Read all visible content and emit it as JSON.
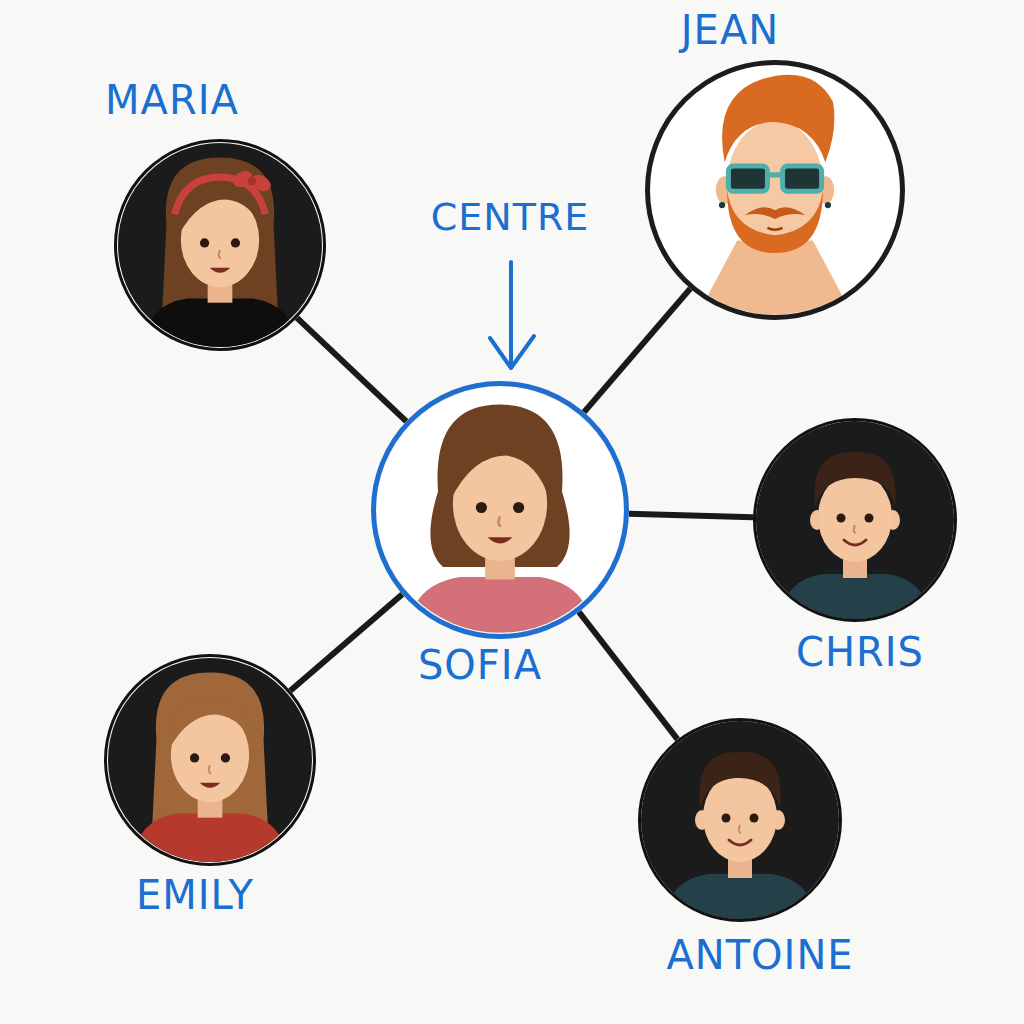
{
  "diagram": {
    "nodes": [
      {
        "text": [
          "MARIA"
        ]
      },
      {
        "text": [
          "JEAN"
        ]
      },
      {
        "text": [
          "SOFIA"
        ]
      },
      {
        "text": [
          "CHRIS"
        ]
      },
      {
        "text": [
          "EMILY"
        ]
      },
      {
        "text": [
          "ANTOINE"
        ]
      }
    ],
    "edges": [
      {
        "from": 2,
        "to": 0,
        "arrow": "none"
      },
      {
        "from": 2,
        "to": 1,
        "arrow": "none"
      },
      {
        "from": 2,
        "to": 3,
        "arrow": "none"
      },
      {
        "from": 2,
        "to": 4,
        "arrow": "none"
      },
      {
        "from": 2,
        "to": 5,
        "arrow": "none"
      }
    ],
    "labels": [
      "CENTRE"
    ]
  }
}
